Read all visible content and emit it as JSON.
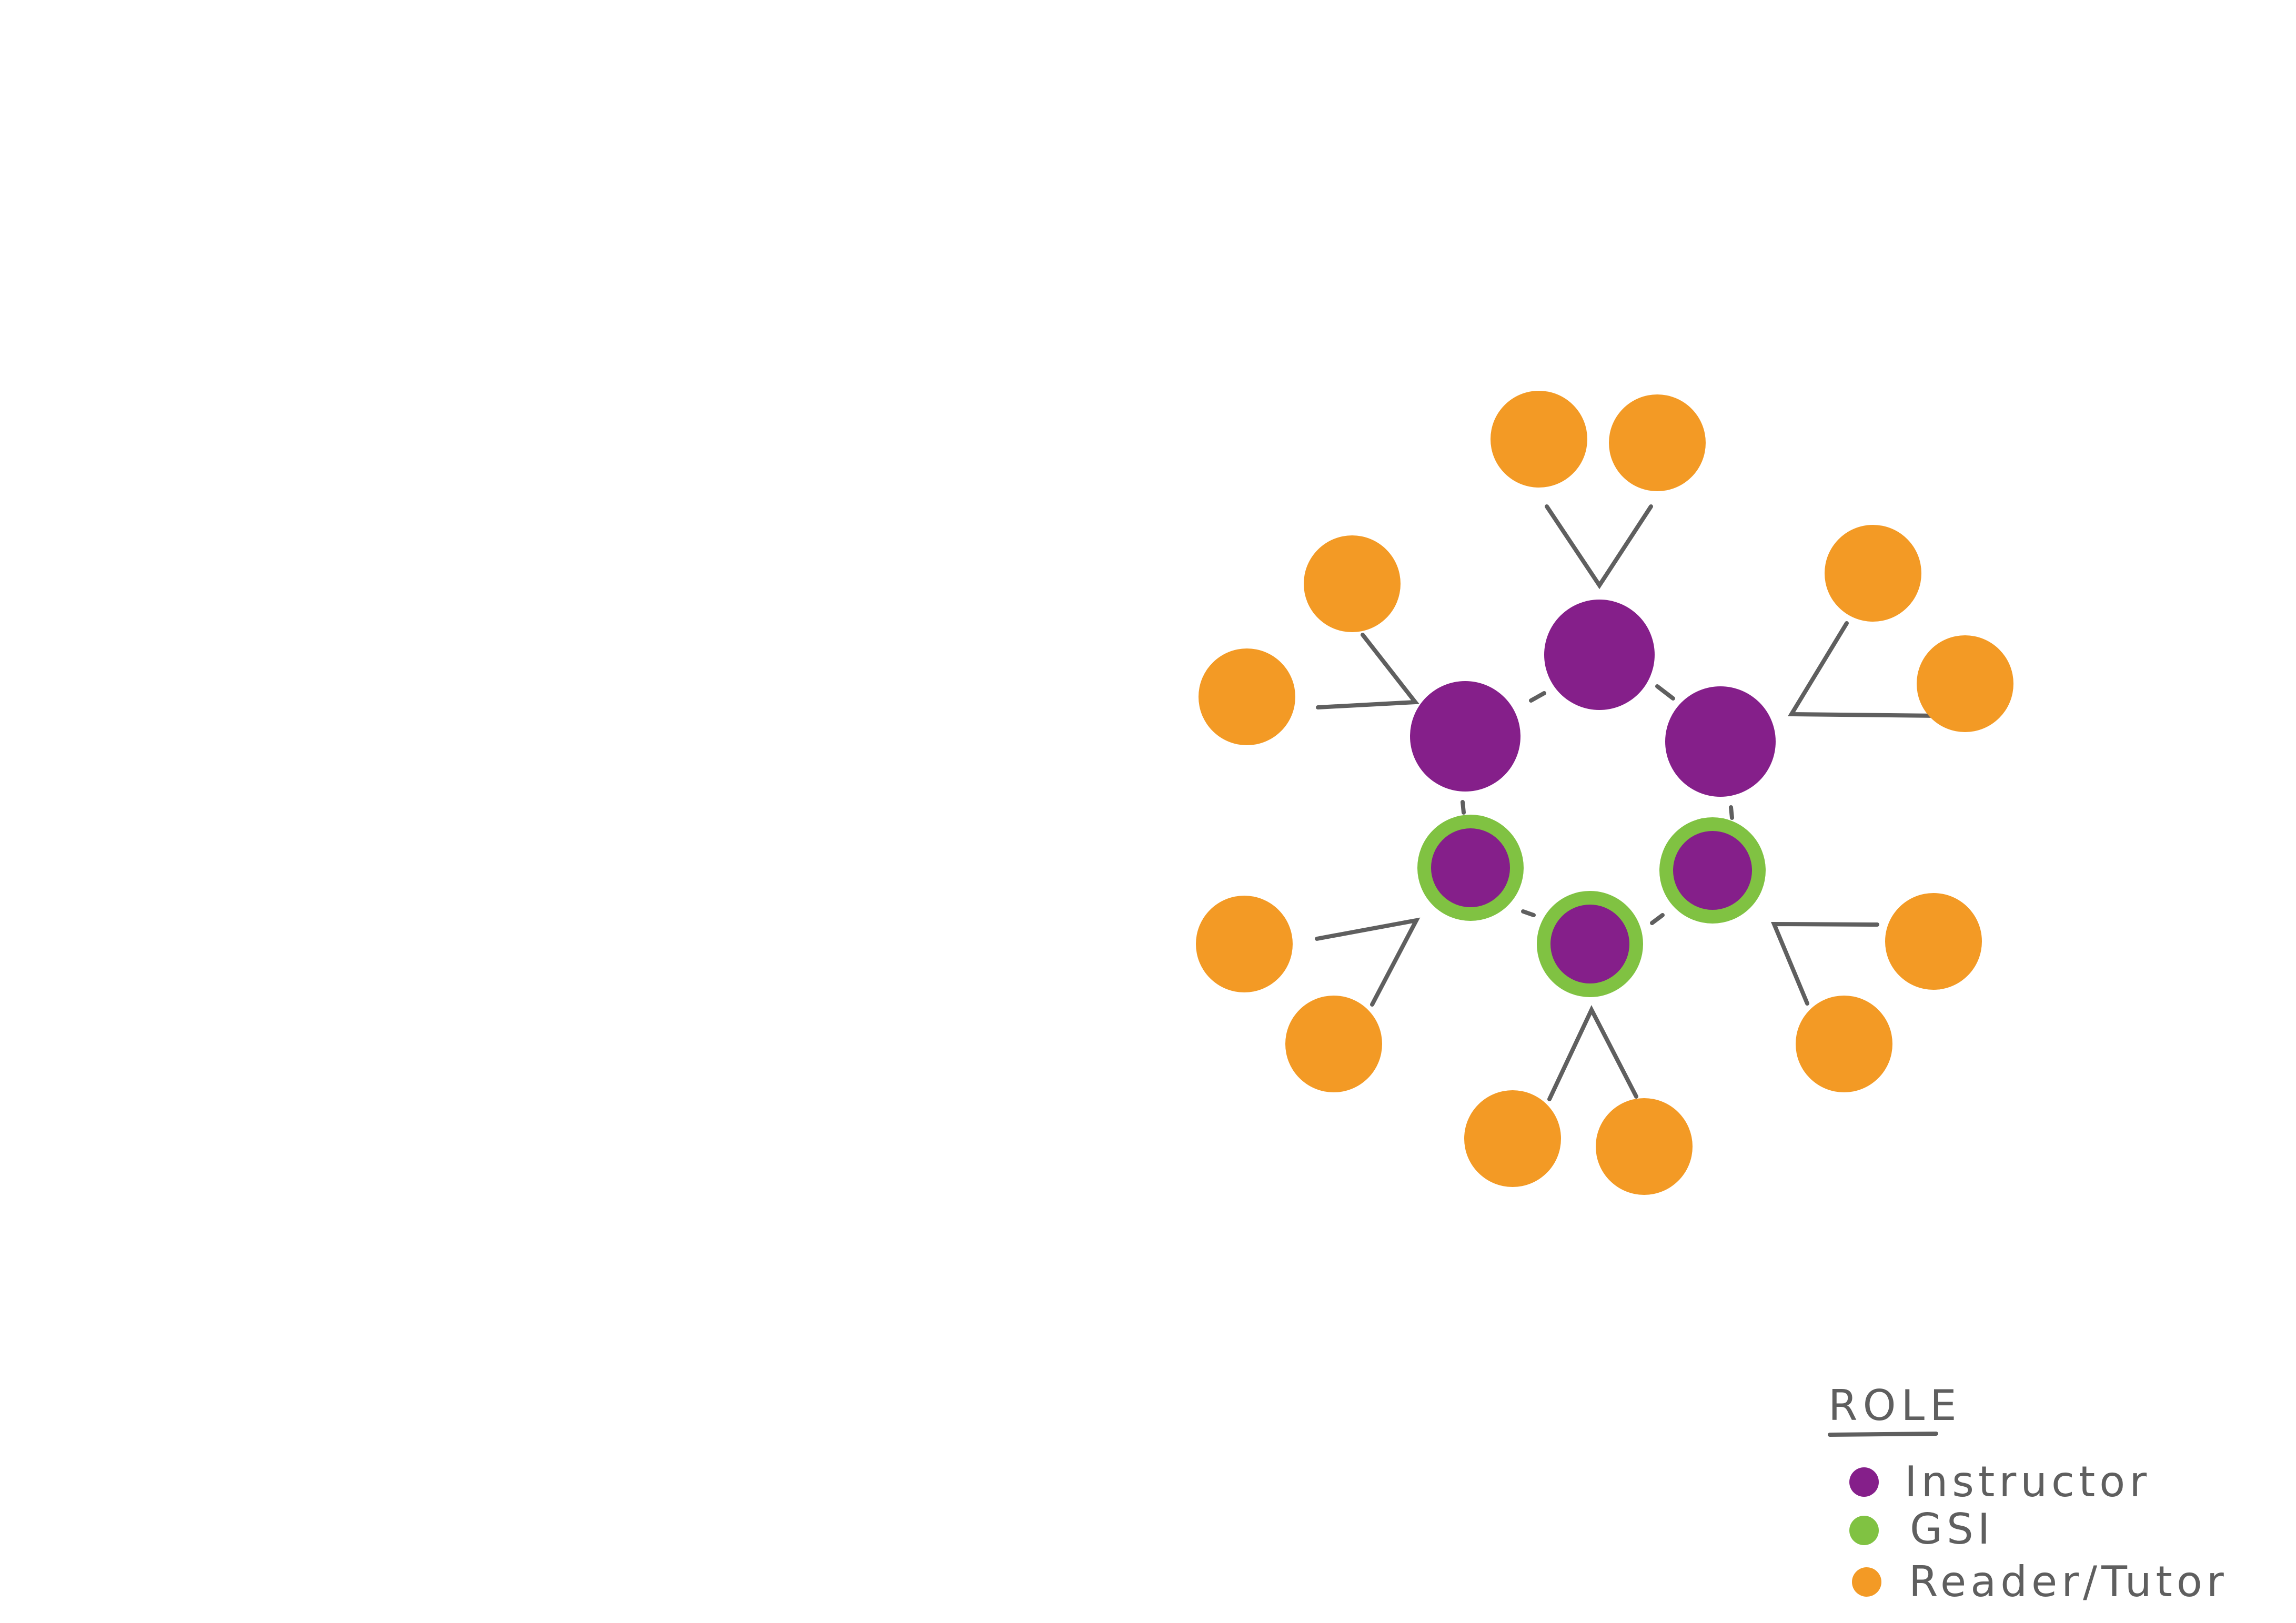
{
  "colors": {
    "instructor": "#851f8a",
    "gsi": "#80c242",
    "reader_tutor": "#f39a25",
    "line": "#5f5f5f"
  },
  "legend": {
    "title": "ROLE",
    "items": [
      {
        "label": "Instructor",
        "role": "instructor"
      },
      {
        "label": "GSI",
        "role": "gsi"
      },
      {
        "label": "Reader/Tutor",
        "role": "reader_tutor"
      }
    ]
  },
  "staff": [
    {
      "role": "instructor",
      "readers": 2
    },
    {
      "role": "instructor",
      "readers": 2
    },
    {
      "role": "instructor",
      "readers": 2
    },
    {
      "role": "instructor",
      "gsi": true,
      "readers": 2
    },
    {
      "role": "instructor",
      "gsi": true,
      "readers": 2
    },
    {
      "role": "instructor",
      "gsi": true,
      "readers": 2
    }
  ]
}
